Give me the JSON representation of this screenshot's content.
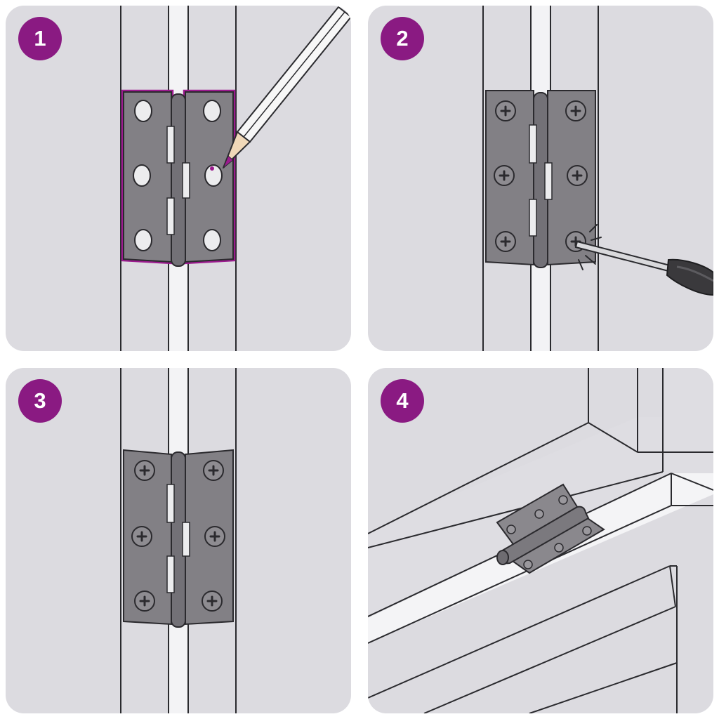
{
  "steps": [
    {
      "number": "1"
    },
    {
      "number": "2"
    },
    {
      "number": "3"
    },
    {
      "number": "4"
    }
  ],
  "colors": {
    "panel_bg": "#dcdbe0",
    "badge": "#8a1a82",
    "hinge": "#828085",
    "hinge_edge": "#2b2a2e",
    "marking": "#9b1b8e",
    "line": "#2a2a2e"
  }
}
